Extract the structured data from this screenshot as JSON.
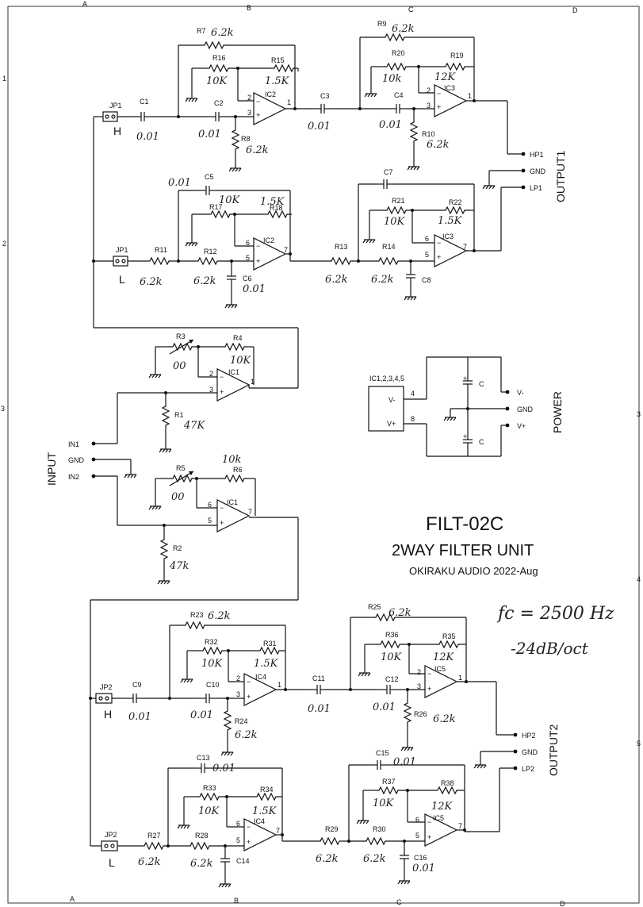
{
  "border": {
    "top_cols": [
      "A",
      "B",
      "C",
      "D"
    ],
    "bottom_cols": [
      "A",
      "B",
      "C",
      "D"
    ],
    "left_rows": [
      "1",
      "2",
      "3"
    ],
    "right_rows": [
      "3",
      "4",
      "5"
    ]
  },
  "title": {
    "model": "FILT-02C",
    "name": "2WAY FILTER UNIT",
    "maker": "OKIRAKU AUDIO 2022-Aug"
  },
  "notes": {
    "fc": "fc = 2500 Hz",
    "slope": "-24dB/oct"
  },
  "input": {
    "label": "INPUT",
    "pins": [
      "IN1",
      "GND",
      "IN2"
    ]
  },
  "output1": {
    "label": "OUTPUT1",
    "pins": [
      "HP1",
      "GND",
      "LP1"
    ]
  },
  "output2": {
    "label": "OUTPUT2",
    "pins": [
      "HP2",
      "GND",
      "LP2"
    ]
  },
  "power": {
    "label": "POWER",
    "ic_list": "IC1,2,3,4,5",
    "vminus": "V-",
    "vplus": "V+",
    "pin4": "4",
    "pin8": "8",
    "cap": "C",
    "pins": [
      "V-",
      "GND",
      "V+"
    ]
  },
  "jumpers": {
    "jp1": "JP1",
    "jp2": "JP2",
    "h": "H",
    "l": "L"
  },
  "components": {
    "r1": {
      "ref": "R1",
      "val": "47K"
    },
    "r2": {
      "ref": "R2",
      "val": "47k"
    },
    "r3": {
      "ref": "R3",
      "val": "00"
    },
    "r4": {
      "ref": "R4",
      "val": "10K"
    },
    "r5": {
      "ref": "R5",
      "val": "00"
    },
    "r6": {
      "ref": "R6",
      "val": "10k"
    },
    "r7": {
      "ref": "R7",
      "val": "6.2k"
    },
    "r8": {
      "ref": "R8",
      "val": "6.2k"
    },
    "r9": {
      "ref": "R9",
      "val": "6.2k"
    },
    "r10": {
      "ref": "R10",
      "val": "6.2k"
    },
    "r11": {
      "ref": "R11",
      "val": "6.2k"
    },
    "r12": {
      "ref": "R12",
      "val": "6.2k"
    },
    "r13": {
      "ref": "R13",
      "val": "6.2k"
    },
    "r14": {
      "ref": "R14",
      "val": "6.2k"
    },
    "r15": {
      "ref": "R15",
      "val": "1.5K"
    },
    "r16": {
      "ref": "R16",
      "val": "10K"
    },
    "r17": {
      "ref": "R17",
      "val": "10K"
    },
    "r18": {
      "ref": "R18",
      "val": "1.5K"
    },
    "r19": {
      "ref": "R19",
      "val": "12K"
    },
    "r20": {
      "ref": "R20",
      "val": "10k"
    },
    "r21": {
      "ref": "R21",
      "val": "10K"
    },
    "r22": {
      "ref": "R22",
      "val": "1.5K"
    },
    "r23": {
      "ref": "R23",
      "val": "6.2k"
    },
    "r24": {
      "ref": "R24",
      "val": "6.2k"
    },
    "r25": {
      "ref": "R25",
      "val": "6.2k"
    },
    "r26": {
      "ref": "R26",
      "val": "6.2k"
    },
    "r27": {
      "ref": "R27",
      "val": "6.2k"
    },
    "r28": {
      "ref": "R28",
      "val": "6.2k"
    },
    "r29": {
      "ref": "R29",
      "val": "6.2k"
    },
    "r30": {
      "ref": "R30",
      "val": "6.2k"
    },
    "r31": {
      "ref": "R31",
      "val": "1.5K"
    },
    "r32": {
      "ref": "R32",
      "val": "10K"
    },
    "r33": {
      "ref": "R33",
      "val": "10K"
    },
    "r34": {
      "ref": "R34",
      "val": "1.5K"
    },
    "r35": {
      "ref": "R35",
      "val": "12K"
    },
    "r36": {
      "ref": "R36",
      "val": "10K"
    },
    "r37": {
      "ref": "R37",
      "val": "10K"
    },
    "r38": {
      "ref": "R38",
      "val": "12K"
    },
    "c1": {
      "ref": "C1",
      "val": "0.01"
    },
    "c2": {
      "ref": "C2",
      "val": "0.01"
    },
    "c3": {
      "ref": "C3",
      "val": "0.01"
    },
    "c4": {
      "ref": "C4",
      "val": "0.01"
    },
    "c5": {
      "ref": "C5",
      "val": "0.01"
    },
    "c6": {
      "ref": "C6",
      "val": "0.01"
    },
    "c7": {
      "ref": "C7",
      "val": ""
    },
    "c8": {
      "ref": "C8",
      "val": ""
    },
    "c9": {
      "ref": "C9",
      "val": "0.01"
    },
    "c10": {
      "ref": "C10",
      "val": "0.01"
    },
    "c11": {
      "ref": "C11",
      "val": "0.01"
    },
    "c12": {
      "ref": "C12",
      "val": "0.01"
    },
    "c13": {
      "ref": "C13",
      "val": "0.01"
    },
    "c14": {
      "ref": "C14",
      "val": ""
    },
    "c15": {
      "ref": "C15",
      "val": "0.01"
    },
    "c16": {
      "ref": "C16",
      "val": "0.01"
    }
  },
  "ics": {
    "ic1": "IC1",
    "ic2": "IC2",
    "ic3": "IC3",
    "ic4": "IC4",
    "ic5": "IC5"
  },
  "opamp_pins": {
    "minus": "−",
    "plus": "+",
    "p1": "1",
    "p2": "2",
    "p3": "3",
    "p5": "5",
    "p6": "6",
    "p7": "7"
  }
}
